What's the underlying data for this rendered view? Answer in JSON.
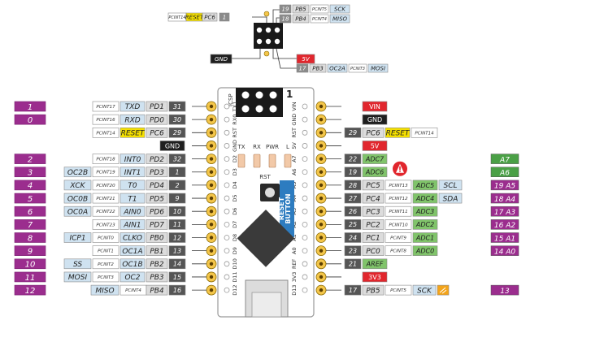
{
  "colors": {
    "digital_num": "#9b2d8e",
    "power_red": "#e1262d",
    "ground_black": "#1f1f1f",
    "analog_green": "#4aa046",
    "port_grey": "#dcdcdc",
    "pcint_white": "#ffffff",
    "func_blue": "#cfe2f0",
    "reset_yellow": "#f5e000",
    "adc_green": "#80c46a",
    "comm_blue": "#cfe2f0",
    "board_pin": "#e5a100",
    "board_pin_dig": "#e06a1c"
  },
  "icsp": {
    "label": "ICSP",
    "num": "1",
    "top_left": [
      {
        "pcint": "PCINT14",
        "func": "RESET",
        "port": "PC6",
        "num": "1"
      }
    ],
    "top_right": [
      {
        "num": "19",
        "port": "PB5",
        "pcint": "PCINT5",
        "func": "SCK"
      },
      {
        "num": "18",
        "port": "PB4",
        "pcint": "PCINT4",
        "func": "MISO"
      }
    ],
    "bottom_left": {
      "name": "GND"
    },
    "bottom_right": [
      {
        "name": "5V"
      },
      {
        "num": "17",
        "port": "PB3",
        "alt": "OC2A",
        "pcint": "PCINT3",
        "func": "MOSI"
      }
    ]
  },
  "left_pins": [
    {
      "dnum": "1",
      "pcint": "PCINT17",
      "func": "TXD",
      "port": "PD1",
      "pin": "31",
      "silk": "TX1"
    },
    {
      "dnum": "0",
      "pcint": "PCINT16",
      "func": "RXD",
      "port": "PD0",
      "pin": "30",
      "silk": "RX0"
    },
    {
      "pcint": "PCINT14",
      "func": "RESET",
      "port": "PC6",
      "pin": "29",
      "silk": "RST"
    },
    {
      "power": "GND",
      "silk": "GND"
    },
    {
      "dnum": "2",
      "pcint": "PCINT18",
      "func": "INT0",
      "port": "PD2",
      "pin": "32",
      "silk": "D2"
    },
    {
      "dnum": "3",
      "alt": "OC2B",
      "pcint": "PCINT19",
      "func": "INT1",
      "port": "PD3",
      "pin": "1",
      "silk": "D3"
    },
    {
      "dnum": "4",
      "alt": "XCK",
      "pcint": "PCINT20",
      "func": "T0",
      "port": "PD4",
      "pin": "2",
      "silk": "D4"
    },
    {
      "dnum": "5",
      "alt": "OC0B",
      "pcint": "PCINT21",
      "func": "T1",
      "port": "PD5",
      "pin": "9",
      "silk": "D5"
    },
    {
      "dnum": "6",
      "alt": "OC0A",
      "pcint": "PCINT22",
      "func": "AIN0",
      "port": "PD6",
      "pin": "10",
      "silk": "D6"
    },
    {
      "dnum": "7",
      "pcint": "PCINT23",
      "func": "AIN1",
      "port": "PD7",
      "pin": "11",
      "silk": "D7"
    },
    {
      "dnum": "8",
      "alt": "ICP1",
      "pcint": "PCINT0",
      "func": "CLKO",
      "port": "PB0",
      "pin": "12",
      "silk": "D8"
    },
    {
      "dnum": "9",
      "pcint": "PCINT1",
      "func": "OC1A",
      "port": "PB1",
      "pin": "13",
      "silk": "D9"
    },
    {
      "dnum": "10",
      "alt": "SS",
      "pcint": "PCINT2",
      "func": "OC1B",
      "port": "PB2",
      "pin": "14",
      "silk": "D10"
    },
    {
      "dnum": "11",
      "alt": "MOSI",
      "pcint": "PCINT3",
      "func": "OC2",
      "port": "PB3",
      "pin": "15",
      "silk": "D11"
    },
    {
      "dnum": "12",
      "func2": "MISO",
      "pcint": "PCINT4",
      "port": "PB4",
      "pin": "16",
      "silk": "D12"
    }
  ],
  "right_pins": [
    {
      "power": "VIN",
      "color": "red",
      "silk": "VIN"
    },
    {
      "power": "GND",
      "color": "black",
      "silk": "GND"
    },
    {
      "pin": "29",
      "port": "PC6",
      "func": "RESET",
      "pcint": "PCINT14",
      "silk": "RST"
    },
    {
      "power": "5V",
      "color": "red",
      "silk": "5V"
    },
    {
      "pin": "22",
      "adc": "ADC7",
      "far": "A7",
      "silk": "A7"
    },
    {
      "pin": "19",
      "adc": "ADC6",
      "far": "A6",
      "silk": "A6",
      "warn": true
    },
    {
      "pin": "28",
      "port": "PC5",
      "pcint": "PCINT13",
      "adc": "ADC5",
      "comm": "SCL",
      "far": "A5",
      "farnum": "19",
      "silk": "A5"
    },
    {
      "pin": "27",
      "port": "PC4",
      "pcint": "PCINT12",
      "adc": "ADC4",
      "comm": "SDA",
      "far": "A4",
      "farnum": "18",
      "silk": "A4"
    },
    {
      "pin": "26",
      "port": "PC3",
      "pcint": "PCINT11",
      "adc": "ADC3",
      "far": "A3",
      "farnum": "17",
      "silk": "A3"
    },
    {
      "pin": "25",
      "port": "PC2",
      "pcint": "PCINT10",
      "adc": "ADC2",
      "far": "A2",
      "farnum": "16",
      "silk": "A2"
    },
    {
      "pin": "24",
      "port": "PC1",
      "pcint": "PCINT9",
      "adc": "ADC1",
      "far": "A1",
      "farnum": "15",
      "silk": "A1"
    },
    {
      "pin": "23",
      "port": "PC0",
      "pcint": "PCINT8",
      "adc": "ADC0",
      "far": "A0",
      "farnum": "14",
      "silk": "A0"
    },
    {
      "pin": "21",
      "adc": "AREF",
      "silk": "REF"
    },
    {
      "power": "3V3",
      "color": "red",
      "silk": "3V3"
    },
    {
      "pin": "17",
      "port": "PB5",
      "pcint": "PCINT5",
      "comm": "SCK",
      "farnum": "13",
      "silk": "D13",
      "led": true
    }
  ],
  "board": {
    "led_labels": [
      "TX",
      "RX",
      "PWR",
      "L"
    ],
    "rst_label": "RST",
    "reset_button": [
      "RESET",
      "BUTTON"
    ]
  }
}
